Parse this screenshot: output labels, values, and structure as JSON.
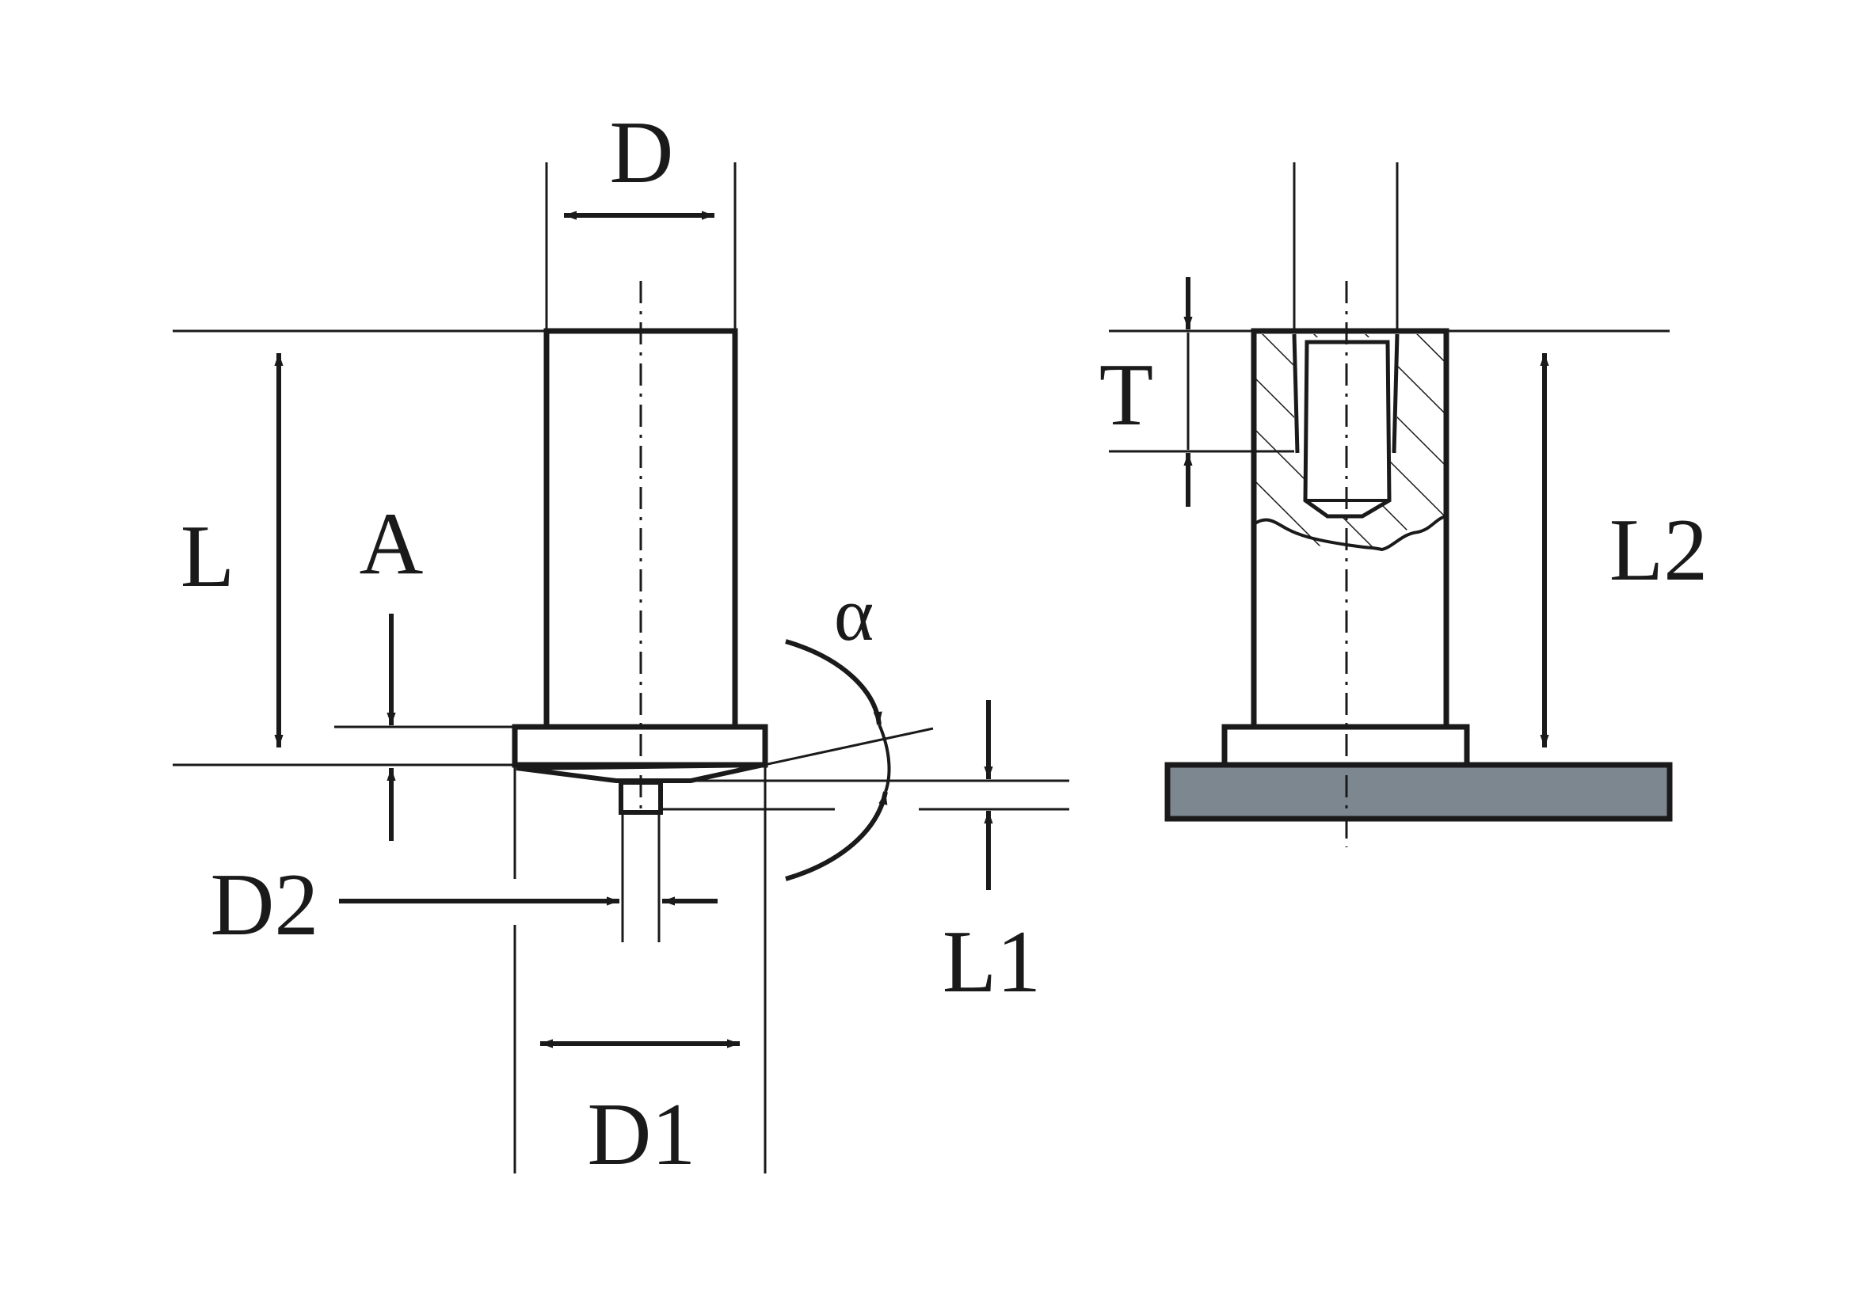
{
  "diagram": {
    "labels": {
      "D": "D",
      "L": "L",
      "A": "A",
      "alpha": "α",
      "D2": "D2",
      "L1": "L1",
      "D1": "D1",
      "T": "T",
      "L2": "L2"
    },
    "colors": {
      "line": "#1a1a1a",
      "base_plate_fill": "#7d8790",
      "background": "#ffffff"
    }
  }
}
